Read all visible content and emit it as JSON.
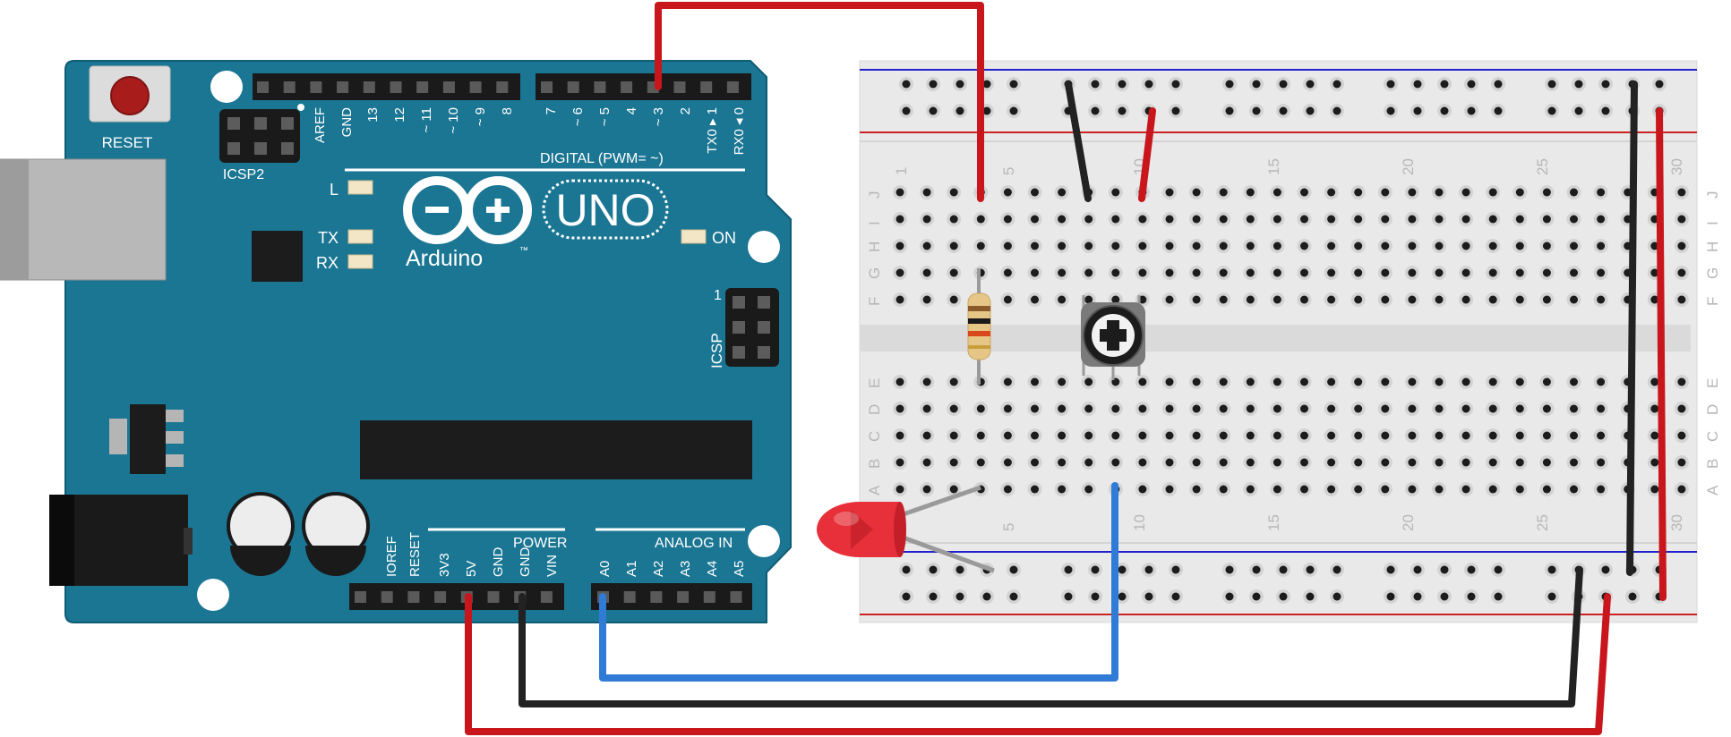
{
  "board": {
    "reset_label": "RESET",
    "icsp2_label": "ICSP2",
    "icsp_label": "ICSP",
    "icsp_pin1": "1",
    "digital_label": "DIGITAL (PWM= ~)",
    "top_pins_left": [
      "AREF",
      "GND",
      "13",
      "12",
      "~ 11",
      "~ 10",
      "~ 9",
      "8"
    ],
    "top_pins_right": [
      "7",
      "~ 6",
      "~ 5",
      "4",
      "~ 3",
      "2",
      "TX0 ▸ 1",
      "RX0 ◂ 0"
    ],
    "led_l": "L",
    "led_tx": "TX",
    "led_rx": "RX",
    "led_on": "ON",
    "brand": "Arduino",
    "trademark": "™",
    "model": "UNO",
    "power_label": "POWER",
    "analog_label": "ANALOG IN",
    "power_pins": [
      "IOREF",
      "RESET",
      "3V3",
      "5V",
      "GND",
      "GND",
      "VIN"
    ],
    "analog_pins": [
      "A0",
      "A1",
      "A2",
      "A3",
      "A4",
      "A5"
    ]
  },
  "breadboard": {
    "row_letters_top": [
      "J",
      "I",
      "H",
      "G",
      "F"
    ],
    "row_letters_bottom": [
      "E",
      "D",
      "C",
      "B",
      "A"
    ],
    "column_numbers": [
      "1",
      "5",
      "10",
      "15",
      "20",
      "25",
      "30"
    ]
  },
  "colors": {
    "board": "#1b7693",
    "board_stroke": "#0f5c75",
    "wire_red": "#c8161c",
    "wire_black": "#222222",
    "wire_blue": "#2f7bd6",
    "breadboard": "#e9e9e9",
    "rail_blue": "#2222cc",
    "rail_red": "#cc2222",
    "led": "#e8303a"
  }
}
